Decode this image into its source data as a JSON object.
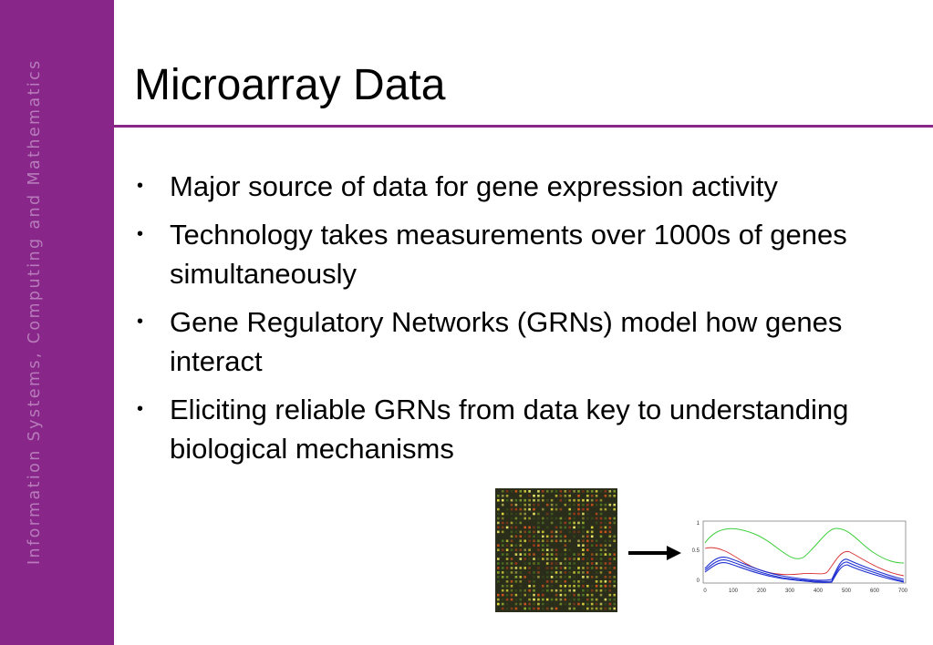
{
  "slide": {
    "sidebar_text": "Information Systems, Computing and Mathematics",
    "title": "Microarray Data",
    "bullets": [
      {
        "text": "Major source of data for gene expression activity"
      },
      {
        "text": "Technology takes measurements over 1000s of genes simultaneously"
      },
      {
        "text": "Gene Regulatory Networks (GRNs) model how genes interact"
      },
      {
        "text": "Eliciting reliable GRNs from data key to understanding biological mechanisms"
      }
    ],
    "bullet_symbol": "•"
  },
  "colors": {
    "sidebar": "#88268a",
    "sidebar_text": "#b77bb9",
    "rule": "#88268a"
  },
  "figure": {
    "plot_y_ticks": [
      "1",
      "0.5",
      "0"
    ],
    "plot_x_ticks": [
      "0",
      "100",
      "200",
      "300",
      "400",
      "500",
      "600",
      "700"
    ]
  }
}
